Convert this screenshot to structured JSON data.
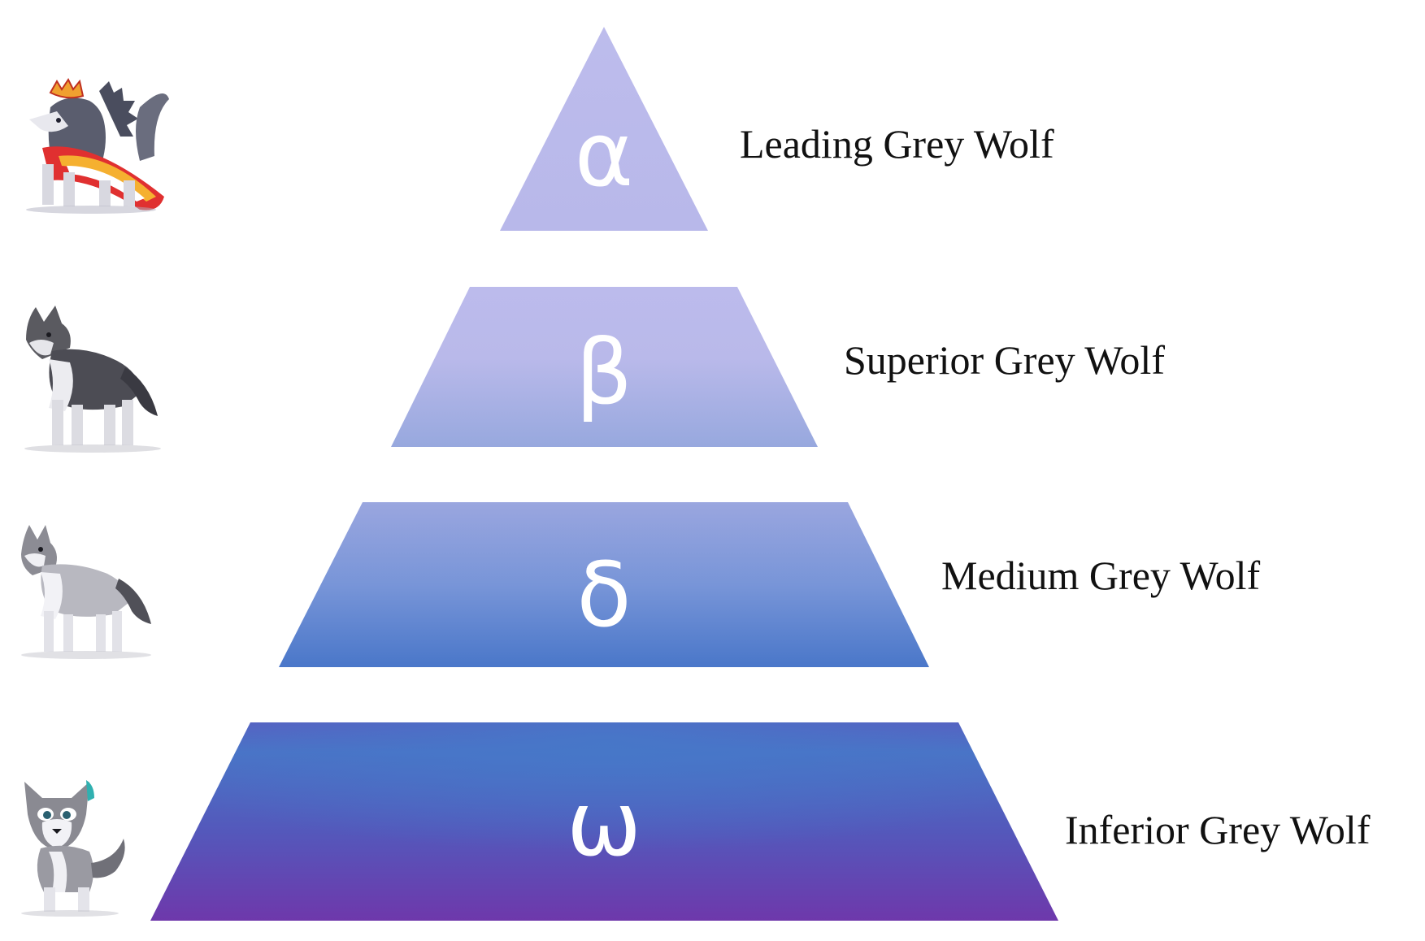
{
  "levels": [
    {
      "symbol": "α",
      "label": "Leading Grey Wolf",
      "wolf": "crowned-wolf-with-cape"
    },
    {
      "symbol": "β",
      "label": "Superior Grey Wolf",
      "wolf": "dark-grey-wolf"
    },
    {
      "symbol": "δ",
      "label": "Medium Grey Wolf",
      "wolf": "light-grey-wolf"
    },
    {
      "symbol": "ω",
      "label": "Inferior Grey Wolf",
      "wolf": "wolf-pup"
    }
  ],
  "colors": {
    "lavender": "#bcbbec",
    "blue": "#4a76c8",
    "purple": "#6b3aac",
    "text": "#111111"
  }
}
